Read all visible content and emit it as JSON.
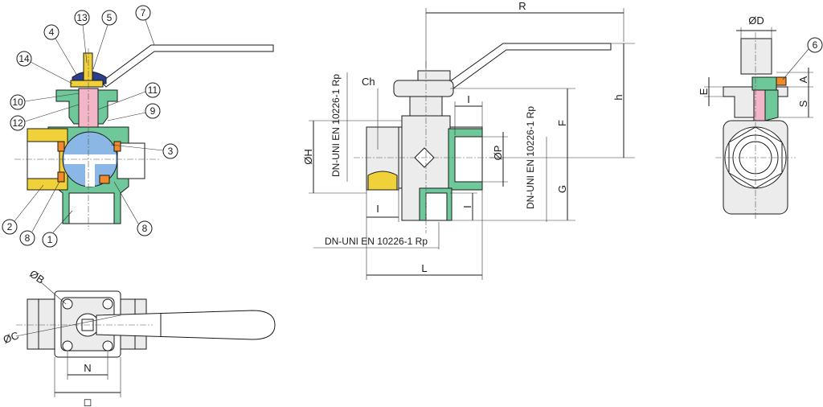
{
  "colors": {
    "green": "#6fc89a",
    "yellow": "#f1d13a",
    "pink": "#f2b6c8",
    "blue": "#8bb7e6",
    "orange": "#f08a2a",
    "navy": "#2c3f8c",
    "body_grey": "#ececec"
  },
  "parts": {
    "p1": "1",
    "p2": "2",
    "p3": "3",
    "p4": "4",
    "p5": "5",
    "p6": "6",
    "p7": "7",
    "p8a": "8",
    "p8b": "8",
    "p9": "9",
    "p10": "10",
    "p11": "11",
    "p12": "12",
    "p13": "13",
    "p14": "14"
  },
  "dimensions": {
    "R": "R",
    "h": "h",
    "Ch": "Ch",
    "OH": "ØH",
    "F": "F",
    "G": "G",
    "OP": "ØP",
    "I_left": "I",
    "I_top": "I",
    "I_bottom": "I",
    "L": "L",
    "OD": "ØD",
    "E": "E",
    "A": "A",
    "S": "S",
    "OB": "ØB",
    "OC": "ØC",
    "N": "N",
    "square": "◻"
  },
  "standards": {
    "thread_left": "DN-UNI EN 10226-1 Rp",
    "thread_bottom": "DN-UNI EN 10226-1 Rp",
    "thread_right": "DN-UNI EN 10226-1 Rp"
  }
}
